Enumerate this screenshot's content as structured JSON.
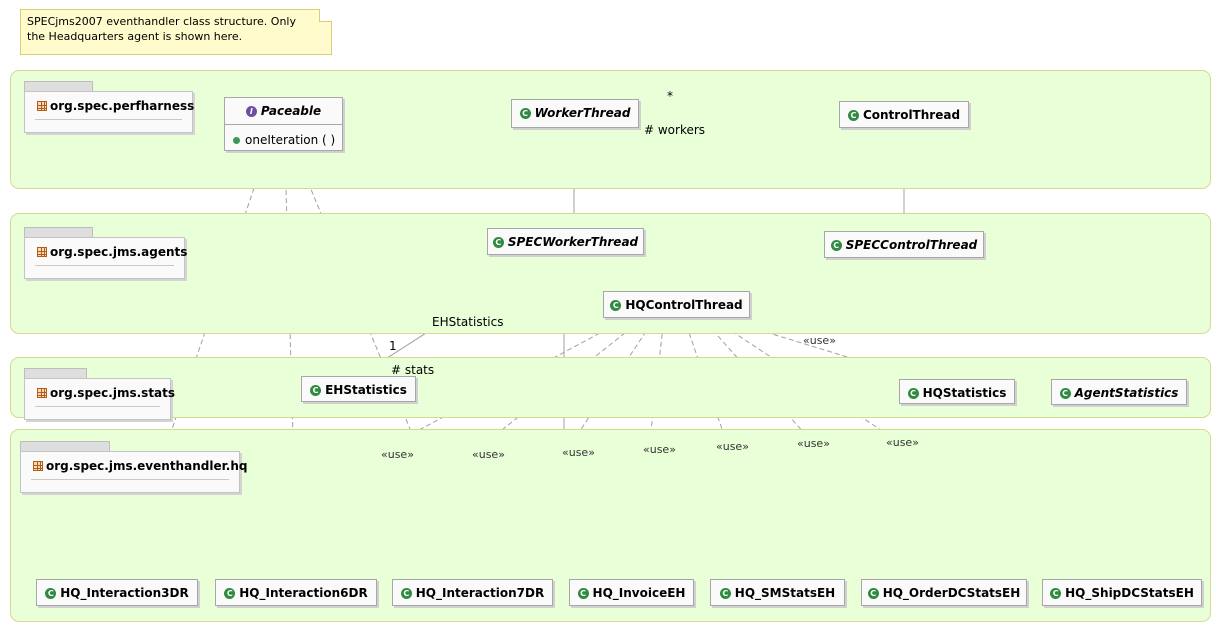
{
  "note": {
    "line1": "SPECjms2007 eventhandler class structure.  Only",
    "line2": "the Headquarters agent is shown here."
  },
  "packages": {
    "perfharness": "org.spec.perfharness",
    "agents": "org.spec.jms.agents",
    "stats": "org.spec.jms.stats",
    "hq": "org.spec.jms.eventhandler.hq"
  },
  "classes": {
    "paceable": {
      "name": "Paceable",
      "method": "oneIteration ( )"
    },
    "worker_thread": "WorkerThread",
    "control_thread": "ControlThread",
    "spec_worker_thread": "SPECWorkerThread",
    "spec_control_thread": "SPECControlThread",
    "hq_control_thread": "HQControlThread",
    "eh_statistics": "EHStatistics",
    "hq_statistics": "HQStatistics",
    "agent_statistics": "AgentStatistics",
    "hq_interaction3dr": "HQ_Interaction3DR",
    "hq_interaction6dr": "HQ_Interaction6DR",
    "hq_interaction7dr": "HQ_Interaction7DR",
    "hq_invoice_eh": "HQ_InvoiceEH",
    "hq_smstats_eh": "HQ_SMStatsEH",
    "hq_orderdcstats_eh": "HQ_OrderDCStatsEH",
    "hq_shipdcstats_eh": "HQ_ShipDCStatsEH"
  },
  "labels": {
    "multiplicity_star": "*",
    "workers_role": "# workers",
    "eh_assoc_name": "EHStatistics",
    "multiplicity_one": "1",
    "stats_role": "# stats",
    "use": "«use»"
  },
  "icons": {
    "class": "class-icon",
    "interface": "interface-icon",
    "package": "package-icon",
    "operation": "public-operation-icon"
  },
  "colors": {
    "band_fill": "#e8ffd8",
    "band_border": "#d8d890",
    "note_fill": "#fffbcc",
    "class_icon": "#2f8a42",
    "interface_icon": "#6a4fa5"
  }
}
